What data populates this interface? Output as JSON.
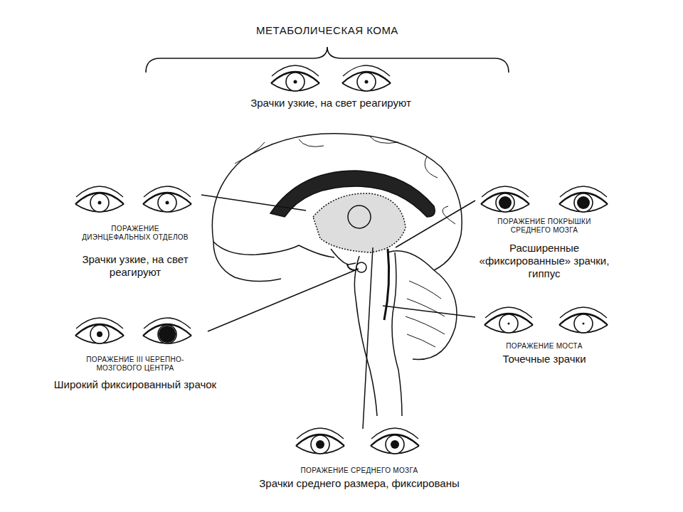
{
  "diagram": {
    "title": "МЕТАБОЛИЧЕСКАЯ КОМА",
    "labels": [
      "Зрачки узкие, на свет реагируют",
      "ПОРАЖЕНИЕ ДИЭНЦЕФАЛЬНЫХ ОТДЕЛОВ",
      "Зрачки узкие, на свет реагируют",
      "ПОРАЖЕНИЕ ПОКРЫШКИ СРЕДНЕГО МОЗГА",
      "Расширенные «фиксированные» зрачки, гиппус",
      "ПОРАЖЕНИЕ III ЧЕРЕПНО-МОЗГОВОГО ЦЕНТРА",
      "Широкий фиксированный зрачок",
      "ПОРАЖЕНИЕ МОСТА",
      "Точечные зрачки",
      "ПОРАЖЕНИЕ СРЕДНЕГО МОЗГА",
      "Зрачки среднего размера, фиксированы"
    ]
  }
}
